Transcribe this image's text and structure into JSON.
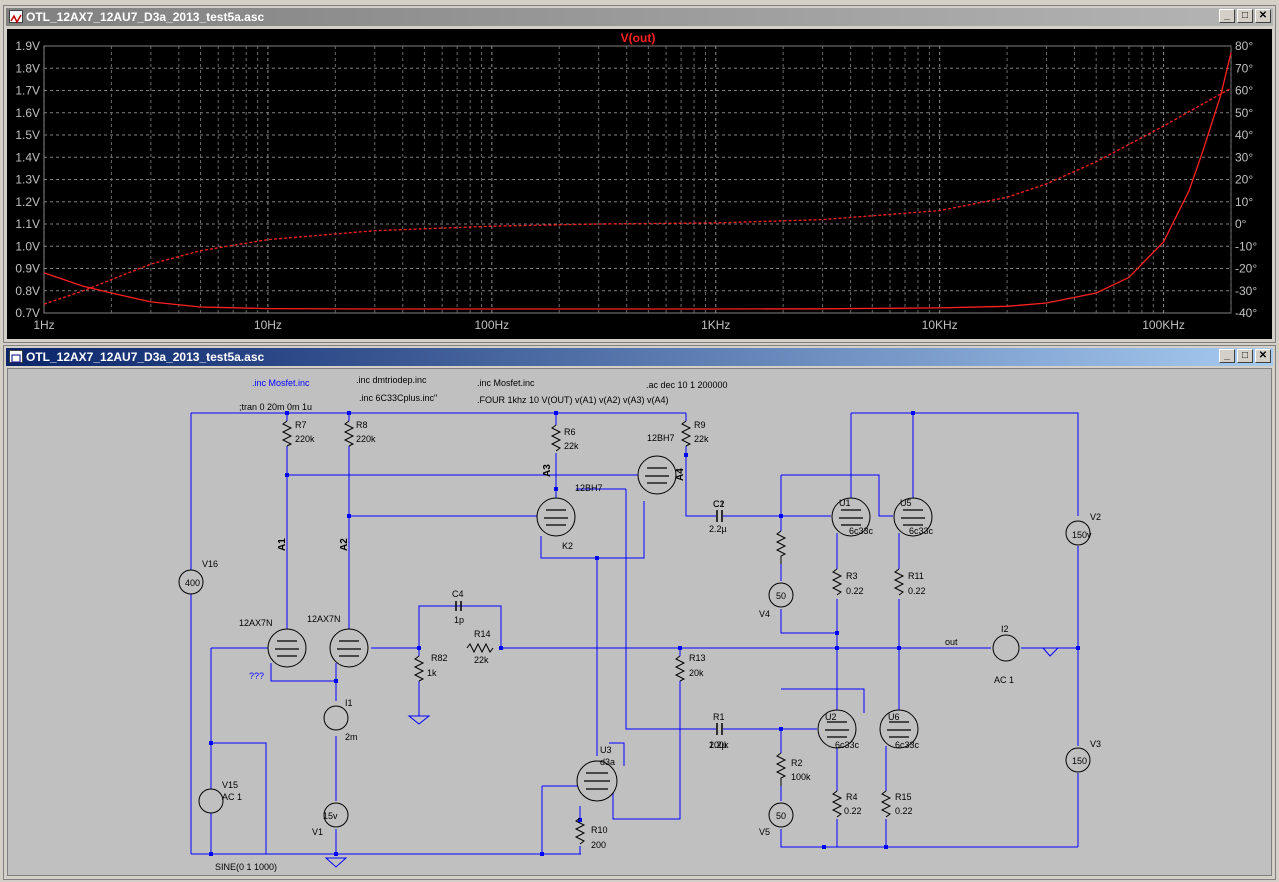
{
  "waveform_window": {
    "title": "OTL_12AX7_12AU7_D3a_2013_test5a.asc",
    "buttons": {
      "minimize": "_",
      "maximize": "□",
      "close": "✕"
    }
  },
  "schematic_window": {
    "title": "OTL_12AX7_12AU7_D3a_2013_test5a.asc",
    "buttons": {
      "minimize": "_",
      "maximize": "□",
      "close": "✕"
    }
  },
  "chart_data": {
    "type": "line",
    "title": "V(out)",
    "x_scale": "log",
    "xlim": [
      1,
      200000
    ],
    "x_tick_labels": [
      "1Hz",
      "10Hz",
      "100Hz",
      "1KHz",
      "10KHz",
      "100KHz"
    ],
    "x_tick_values": [
      1,
      10,
      100,
      1000,
      10000,
      100000
    ],
    "ylim": [
      0.7,
      1.9
    ],
    "y_tick_labels": [
      "1.9V",
      "1.8V",
      "1.7V",
      "1.6V",
      "1.5V",
      "1.4V",
      "1.3V",
      "1.2V",
      "1.1V",
      "1.0V",
      "0.9V",
      "0.8V",
      "0.7V"
    ],
    "y_tick_values": [
      1.9,
      1.8,
      1.7,
      1.6,
      1.5,
      1.4,
      1.3,
      1.2,
      1.1,
      1.0,
      0.9,
      0.8,
      0.7
    ],
    "y2lim": [
      -40,
      80
    ],
    "y2_tick_labels": [
      "80°",
      "70°",
      "60°",
      "50°",
      "40°",
      "30°",
      "20°",
      "10°",
      "0°",
      "-10°",
      "-20°",
      "-30°",
      "-40°"
    ],
    "y2_tick_values": [
      80,
      70,
      60,
      50,
      40,
      30,
      20,
      10,
      0,
      -10,
      -20,
      -30,
      -40
    ],
    "grid": true,
    "series": [
      {
        "name": "V(out)",
        "axis": "magnitude",
        "style": "solid",
        "color": "#ff2020",
        "x": [
          1,
          1.5,
          2,
          3,
          5,
          10,
          30,
          100,
          300,
          1000,
          3000,
          10000,
          20000,
          30000,
          50000,
          70000,
          100000,
          130000,
          150000,
          180000,
          200000
        ],
        "y": [
          0.88,
          0.82,
          0.79,
          0.75,
          0.727,
          0.72,
          0.718,
          0.718,
          0.718,
          0.718,
          0.719,
          0.723,
          0.73,
          0.745,
          0.79,
          0.86,
          1.02,
          1.25,
          1.43,
          1.68,
          1.87
        ]
      },
      {
        "name": "phase",
        "axis": "phase",
        "style": "dashed",
        "color": "#ff2020",
        "x": [
          1,
          1.5,
          2,
          3,
          5,
          10,
          30,
          100,
          300,
          1000,
          3000,
          10000,
          20000,
          30000,
          50000,
          100000,
          150000,
          200000
        ],
        "y": [
          -36,
          -30,
          -25,
          -18,
          -12,
          -7,
          -3,
          -1,
          0,
          0.5,
          2,
          6,
          12,
          18,
          28,
          44,
          54,
          61
        ]
      }
    ]
  },
  "schematic": {
    "directives": [
      ".inc Mosfet.inc",
      ".inc dmtriodep.inc",
      ".inc 6C33Cplus.inc\"",
      ".inc Mosfet.inc",
      ".FOUR 1khz 10 V(OUT) v(A1) v(A2)  v(A3) v(A4)",
      ".ac dec 10 1 200000",
      ";tran 0 20m 0m 1u"
    ],
    "labels": [
      "R7",
      "220k",
      "R8",
      "220k",
      "R6",
      "22k",
      "R9",
      "22k",
      "12BH7",
      "12BH7",
      "A3",
      "A4",
      "K2",
      "A1",
      "A2",
      "V16",
      "400",
      "12AX7N",
      "12AX7N",
      "???",
      "I1",
      "2m",
      "V1",
      "15v",
      "V15",
      "AC 1",
      "SINE(0 1 1000)",
      "C4",
      "1p",
      "R14",
      "22k",
      "R82",
      "1k",
      "R13",
      "20k",
      "U3",
      "d3a",
      "R10",
      "200",
      "C1",
      "2.2µ",
      "C2",
      "2.2µ",
      "R1",
      "100k",
      "R2",
      "100k",
      "V4",
      "50",
      "V5",
      "50",
      "U1",
      "6c33c",
      "U5",
      "6c33c",
      "U2",
      "6c33c",
      "U6",
      "6c33c",
      "R3",
      "0.22",
      "R11",
      "0.22",
      "R4",
      "0.22",
      "R15",
      "0.22",
      "out",
      "I2",
      "AC 1",
      "V2",
      "150v",
      "V3",
      "150"
    ]
  }
}
